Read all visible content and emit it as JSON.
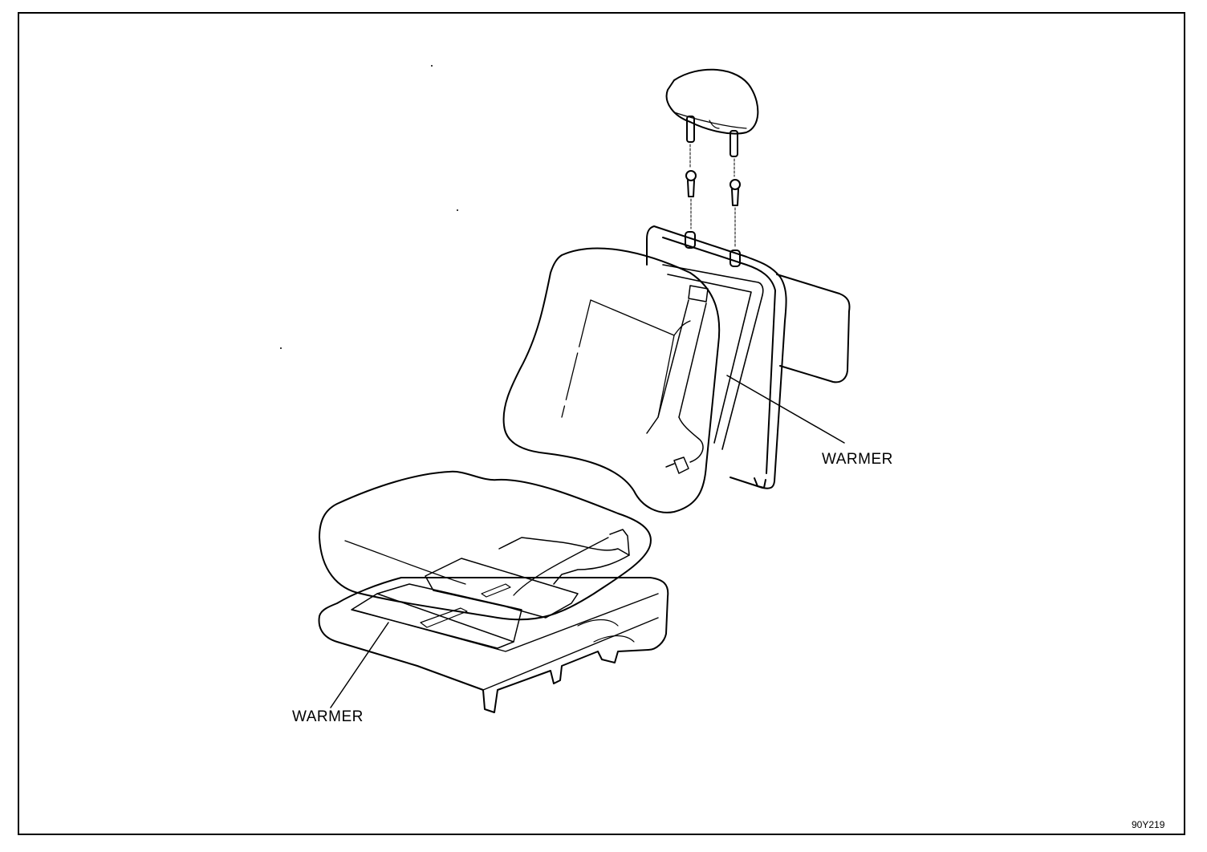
{
  "labels": {
    "warmer_back": "WARMER",
    "warmer_seat": "WARMER"
  },
  "figure_id": "90Y219",
  "colors": {
    "line": "#000000",
    "background": "#ffffff"
  }
}
